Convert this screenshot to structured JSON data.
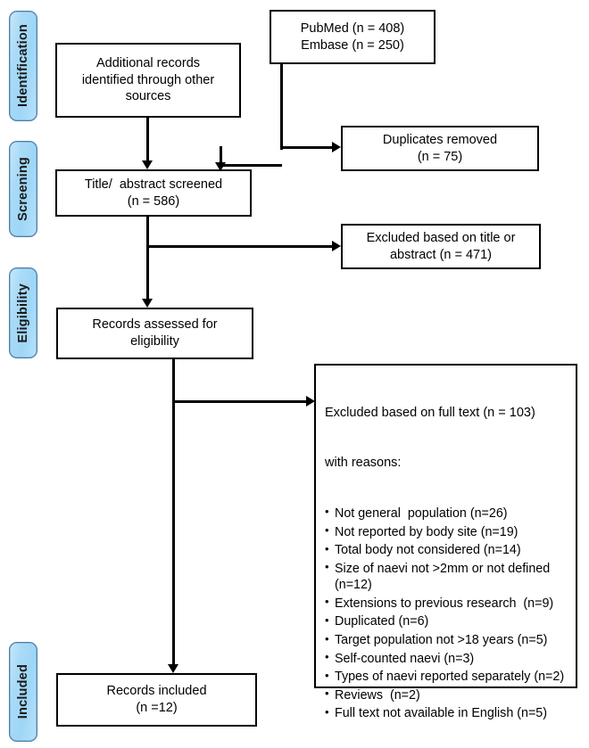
{
  "diagram": {
    "title": "PRISMA study selection flow diagram",
    "type": "prisma-flow",
    "accent_color": "#9ed6f6",
    "accent_border_color": "#4a7ea8",
    "box_border_color": "#000000",
    "background_color": "#ffffff"
  },
  "stages": [
    {
      "id": "identification",
      "label": "Identification"
    },
    {
      "id": "screening",
      "label": "Screening"
    },
    {
      "id": "eligibility",
      "label": "Eligibility"
    },
    {
      "id": "included",
      "label": "Included"
    }
  ],
  "boxes": {
    "databases": {
      "line1": "PubMed (n = 408)",
      "line2": "Embase (n = 250)"
    },
    "other_sources": {
      "line1": "Additional records",
      "line2": "identified through other",
      "line3": "sources"
    },
    "duplicates": {
      "line1": "Duplicates removed",
      "line2": "(n = 75)"
    },
    "screened": {
      "line1": "Title/  abstract screened",
      "line2": "(n = 586)"
    },
    "excluded_title": {
      "line1": "Excluded based on title or",
      "line2": "abstract (n = 471)"
    },
    "assessed": {
      "line1": "Records assessed for",
      "line2": "eligibility"
    },
    "excluded_fulltext": {
      "line1": "Excluded based on full text (n = 103)",
      "line2": "with reasons:",
      "reasons": [
        "Not general  population (n=26)",
        "Not reported by body site (n=19)",
        "Total body not considered (n=14)",
        "Size of naevi not >2mm or not defined (n=12)",
        "Extensions to previous research  (n=9)",
        "Duplicated (n=6)",
        "Target population not >18 years (n=5)",
        "Self-counted naevi (n=3)",
        "Types of naevi reported separately (n=2)",
        "Reviews  (n=2)",
        "Full text not available in English (n=5)"
      ]
    },
    "included": {
      "line1": "Records included",
      "line2": "(n =12)"
    }
  },
  "chart_data": {
    "type": "diagram",
    "title": "PRISMA study selection flow diagram",
    "nodes": [
      {
        "id": "databases",
        "stage": "Identification",
        "label": "PubMed (n = 408) / Embase (n = 250)",
        "counts": {
          "PubMed": 408,
          "Embase": 250
        }
      },
      {
        "id": "other_sources",
        "stage": "Identification",
        "label": "Additional records identified through other sources"
      },
      {
        "id": "duplicates",
        "stage": "Identification",
        "label": "Duplicates removed",
        "n": 75
      },
      {
        "id": "screened",
        "stage": "Screening",
        "label": "Title/ abstract screened",
        "n": 586
      },
      {
        "id": "excluded_title",
        "stage": "Screening",
        "label": "Excluded based on title or abstract",
        "n": 471
      },
      {
        "id": "assessed",
        "stage": "Eligibility",
        "label": "Records assessed for eligibility"
      },
      {
        "id": "excluded_fulltext",
        "stage": "Eligibility",
        "label": "Excluded based on full text with reasons",
        "n": 103,
        "reasons": [
          {
            "label": "Not general population",
            "n": 26
          },
          {
            "label": "Not reported by body site",
            "n": 19
          },
          {
            "label": "Total body not considered",
            "n": 14
          },
          {
            "label": "Size of naevi not >2mm or not defined",
            "n": 12
          },
          {
            "label": "Extensions to previous research",
            "n": 9
          },
          {
            "label": "Duplicated",
            "n": 6
          },
          {
            "label": "Target population not >18 years",
            "n": 5
          },
          {
            "label": "Self-counted naevi",
            "n": 3
          },
          {
            "label": "Types of naevi reported separately",
            "n": 2
          },
          {
            "label": "Reviews",
            "n": 2
          },
          {
            "label": "Full text not available in English",
            "n": 5
          }
        ]
      },
      {
        "id": "included",
        "stage": "Included",
        "label": "Records included",
        "n": 12
      }
    ],
    "edges": [
      {
        "from": "databases",
        "to": "duplicates"
      },
      {
        "from": "databases",
        "to": "screened"
      },
      {
        "from": "other_sources",
        "to": "screened"
      },
      {
        "from": "screened",
        "to": "excluded_title"
      },
      {
        "from": "screened",
        "to": "assessed"
      },
      {
        "from": "assessed",
        "to": "excluded_fulltext"
      },
      {
        "from": "assessed",
        "to": "included"
      }
    ]
  }
}
